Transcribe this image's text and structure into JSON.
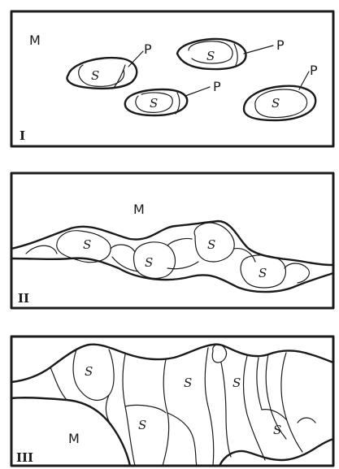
{
  "panels": [
    {
      "numeral": "I",
      "matrix_label": "M",
      "grains": [
        {
          "label": "S",
          "pointer": "P"
        },
        {
          "label": "S",
          "pointer": "P"
        },
        {
          "label": "S",
          "pointer": "P"
        },
        {
          "label": "S",
          "pointer": "P"
        }
      ]
    },
    {
      "numeral": "II",
      "matrix_label": "M",
      "grains": [
        {
          "label": "S"
        },
        {
          "label": "S"
        },
        {
          "label": "S"
        },
        {
          "label": "S"
        }
      ]
    },
    {
      "numeral": "III",
      "matrix_label": "M",
      "grains": [
        {
          "label": "S"
        },
        {
          "label": "S"
        },
        {
          "label": "S"
        },
        {
          "label": "S"
        },
        {
          "label": "S"
        }
      ]
    }
  ]
}
